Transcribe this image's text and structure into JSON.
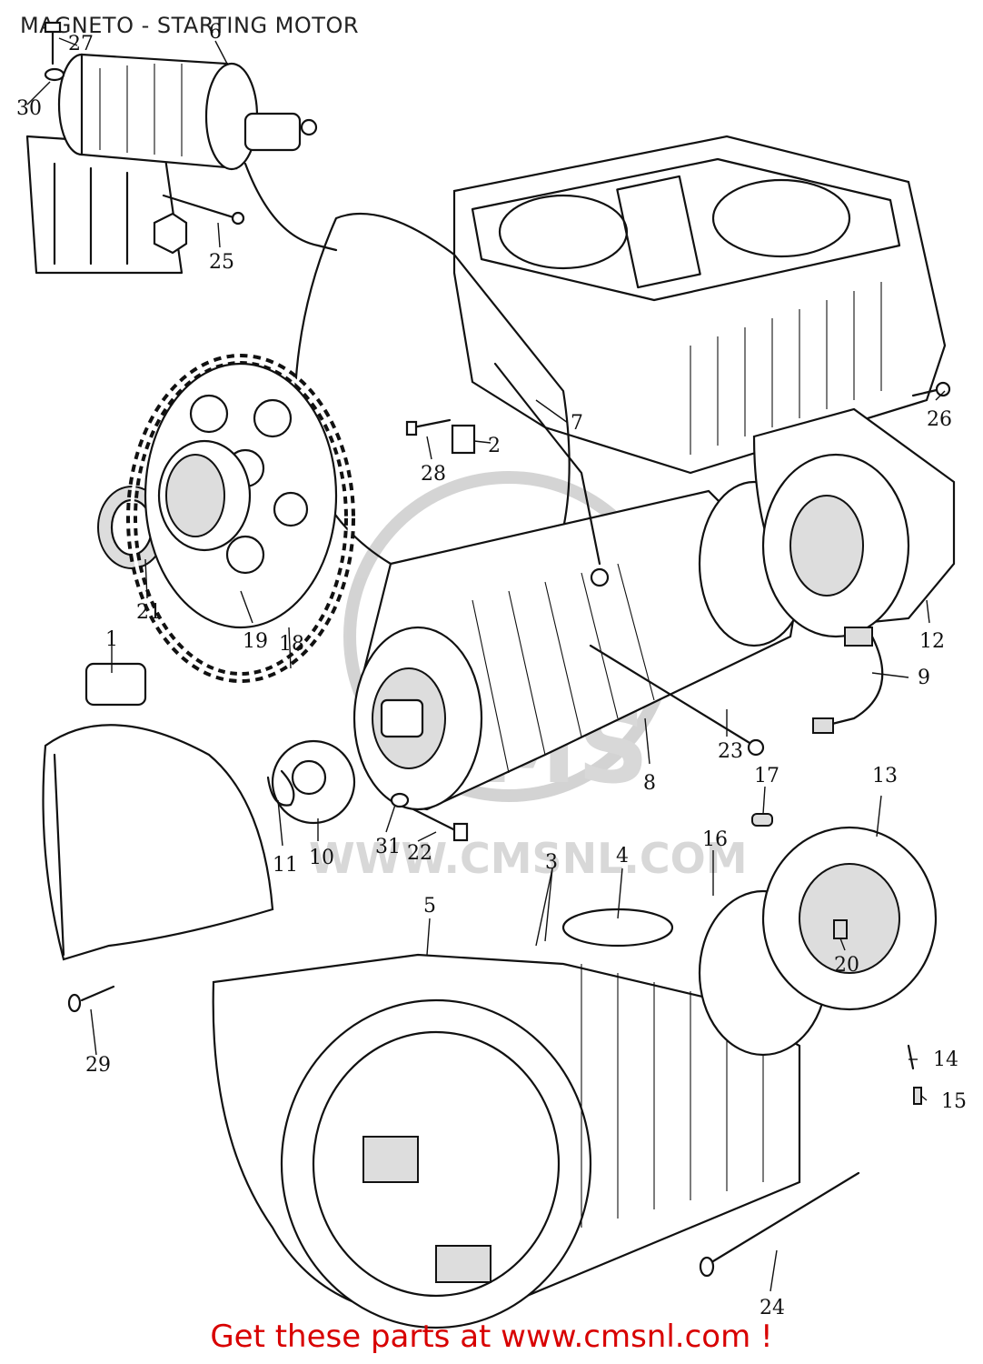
{
  "title": "MAGNETO - STARTING MOTOR",
  "watermark": {
    "logo_text": "CMS",
    "url_text": "WWW.CMSNL.COM"
  },
  "footer": "Get these parts at www.cmsnl.com !",
  "colors": {
    "footer_text": "#d80000",
    "line_art": "#111111",
    "watermark": "#d4d4d4"
  },
  "callouts": [
    "1",
    "2",
    "3",
    "4",
    "5",
    "6",
    "7",
    "8",
    "9",
    "10",
    "11",
    "12",
    "13",
    "14",
    "15",
    "16",
    "17",
    "18",
    "19",
    "20",
    "21",
    "22",
    "23",
    "24",
    "25",
    "26",
    "27",
    "28",
    "29",
    "30",
    "31"
  ]
}
